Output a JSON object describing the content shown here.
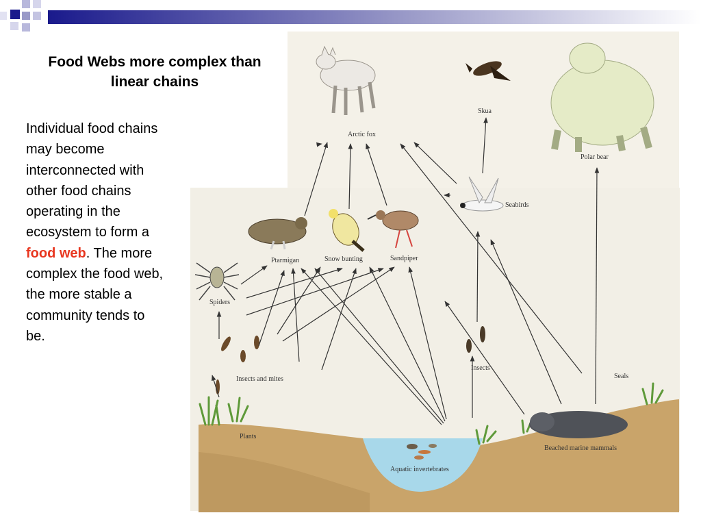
{
  "slide": {
    "title": "Food Webs more complex than linear chains",
    "body": {
      "part1": "Individual food chains may become interconnected with other food chains operating in the ecosystem to form a ",
      "highlight": "food web",
      "part2": ". The more complex the food web, the more stable a community tends to be."
    },
    "highlight_color": "#e8361f"
  },
  "diagram": {
    "labels": {
      "arctic_fox": "Arctic fox",
      "skua": "Skua",
      "polar_bear": "Polar bear",
      "seabirds": "Seabirds",
      "ptarmigan": "Ptarmigan",
      "snow_bunting": "Snow bunting",
      "sandpiper": "Sandpiper",
      "spiders": "Spiders",
      "insects_and_mites": "Insects and mites",
      "insects": "Insects",
      "seals": "Seals",
      "plants": "Plants",
      "aquatic_invertebrates": "Aquatic invertebrates",
      "beached_marine_mammals": "Beached marine mammals"
    }
  },
  "colors": {
    "deco_blue": "#1a1a8c",
    "water": "#a8d8ea",
    "soil": "#c9a46a",
    "grass": "#5f9a3a"
  }
}
